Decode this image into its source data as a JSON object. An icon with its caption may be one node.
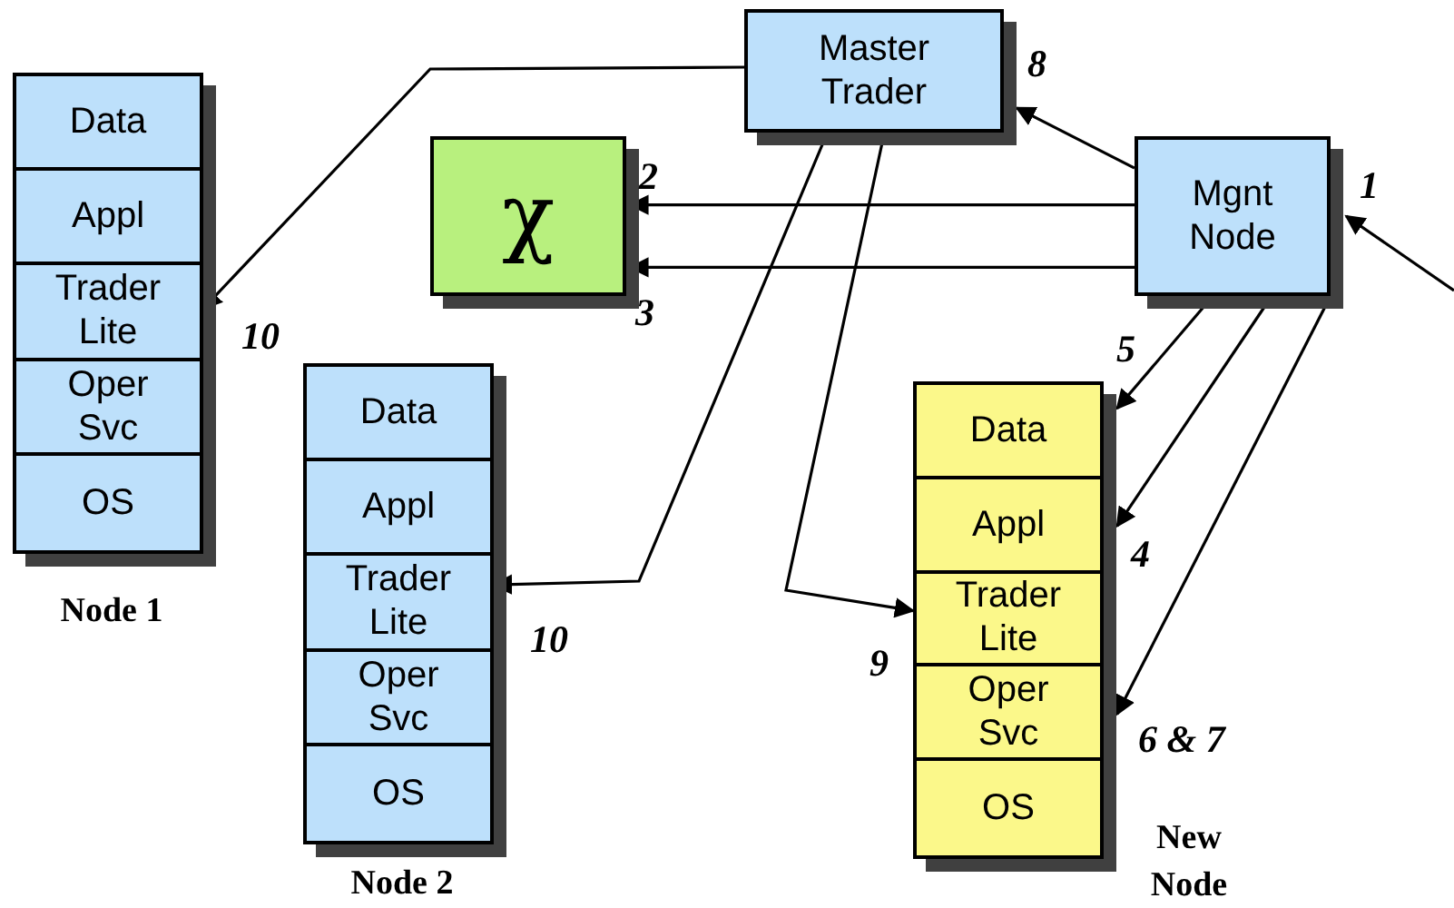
{
  "diagram": {
    "nodes": [
      {
        "text": [
          "Node 1"
        ]
      },
      {
        "text": [
          "Data"
        ],
        "in": 0
      },
      {
        "text": [
          "Appl"
        ],
        "in": 0
      },
      {
        "text": [
          "Trader Lite"
        ],
        "in": 0
      },
      {
        "text": [
          "Oper Svc"
        ],
        "in": 0
      },
      {
        "text": [
          "OS"
        ],
        "in": 0
      },
      {
        "text": [
          "Master Trader"
        ]
      },
      {
        "text": [
          "χ"
        ]
      },
      {
        "text": [
          "Mgnt Node"
        ]
      },
      {
        "text": [
          "Node 2"
        ]
      },
      {
        "text": [
          "Data"
        ],
        "in": 9
      },
      {
        "text": [
          "Appl"
        ],
        "in": 9
      },
      {
        "text": [
          "Trader Lite"
        ],
        "in": 9
      },
      {
        "text": [
          "Oper Svc"
        ],
        "in": 9
      },
      {
        "text": [
          "OS"
        ],
        "in": 9
      },
      {
        "text": [
          "New Node"
        ]
      },
      {
        "text": [
          "Data"
        ],
        "in": 15
      },
      {
        "text": [
          "Appl"
        ],
        "in": 15
      },
      {
        "text": [
          "Trader Lite"
        ],
        "in": 15
      },
      {
        "text": [
          "Oper Svc"
        ],
        "in": 15
      },
      {
        "text": [
          "OS"
        ],
        "in": 15
      }
    ],
    "edges": [
      {
        "from": 6,
        "to": 3,
        "arrow": "to"
      },
      {
        "from": 8,
        "to": 6,
        "arrow": "to"
      },
      {
        "from": 8,
        "to": 7,
        "arrow": "to"
      },
      {
        "from": 8,
        "to": 7,
        "arrow": "to"
      },
      {
        "from": null,
        "to": 8,
        "arrow": "to"
      },
      {
        "from": 8,
        "to": 16,
        "arrow": "to"
      },
      {
        "from": 8,
        "to": 17,
        "arrow": "to"
      },
      {
        "from": 8,
        "to": 19,
        "arrow": "to"
      },
      {
        "from": 6,
        "to": 12,
        "arrow": "to"
      },
      {
        "from": 6,
        "to": 18,
        "arrow": "to"
      }
    ],
    "labels": [
      "8",
      "2",
      "1",
      "3",
      "10",
      "5",
      "4",
      "10",
      "9",
      "6 & 7"
    ]
  }
}
